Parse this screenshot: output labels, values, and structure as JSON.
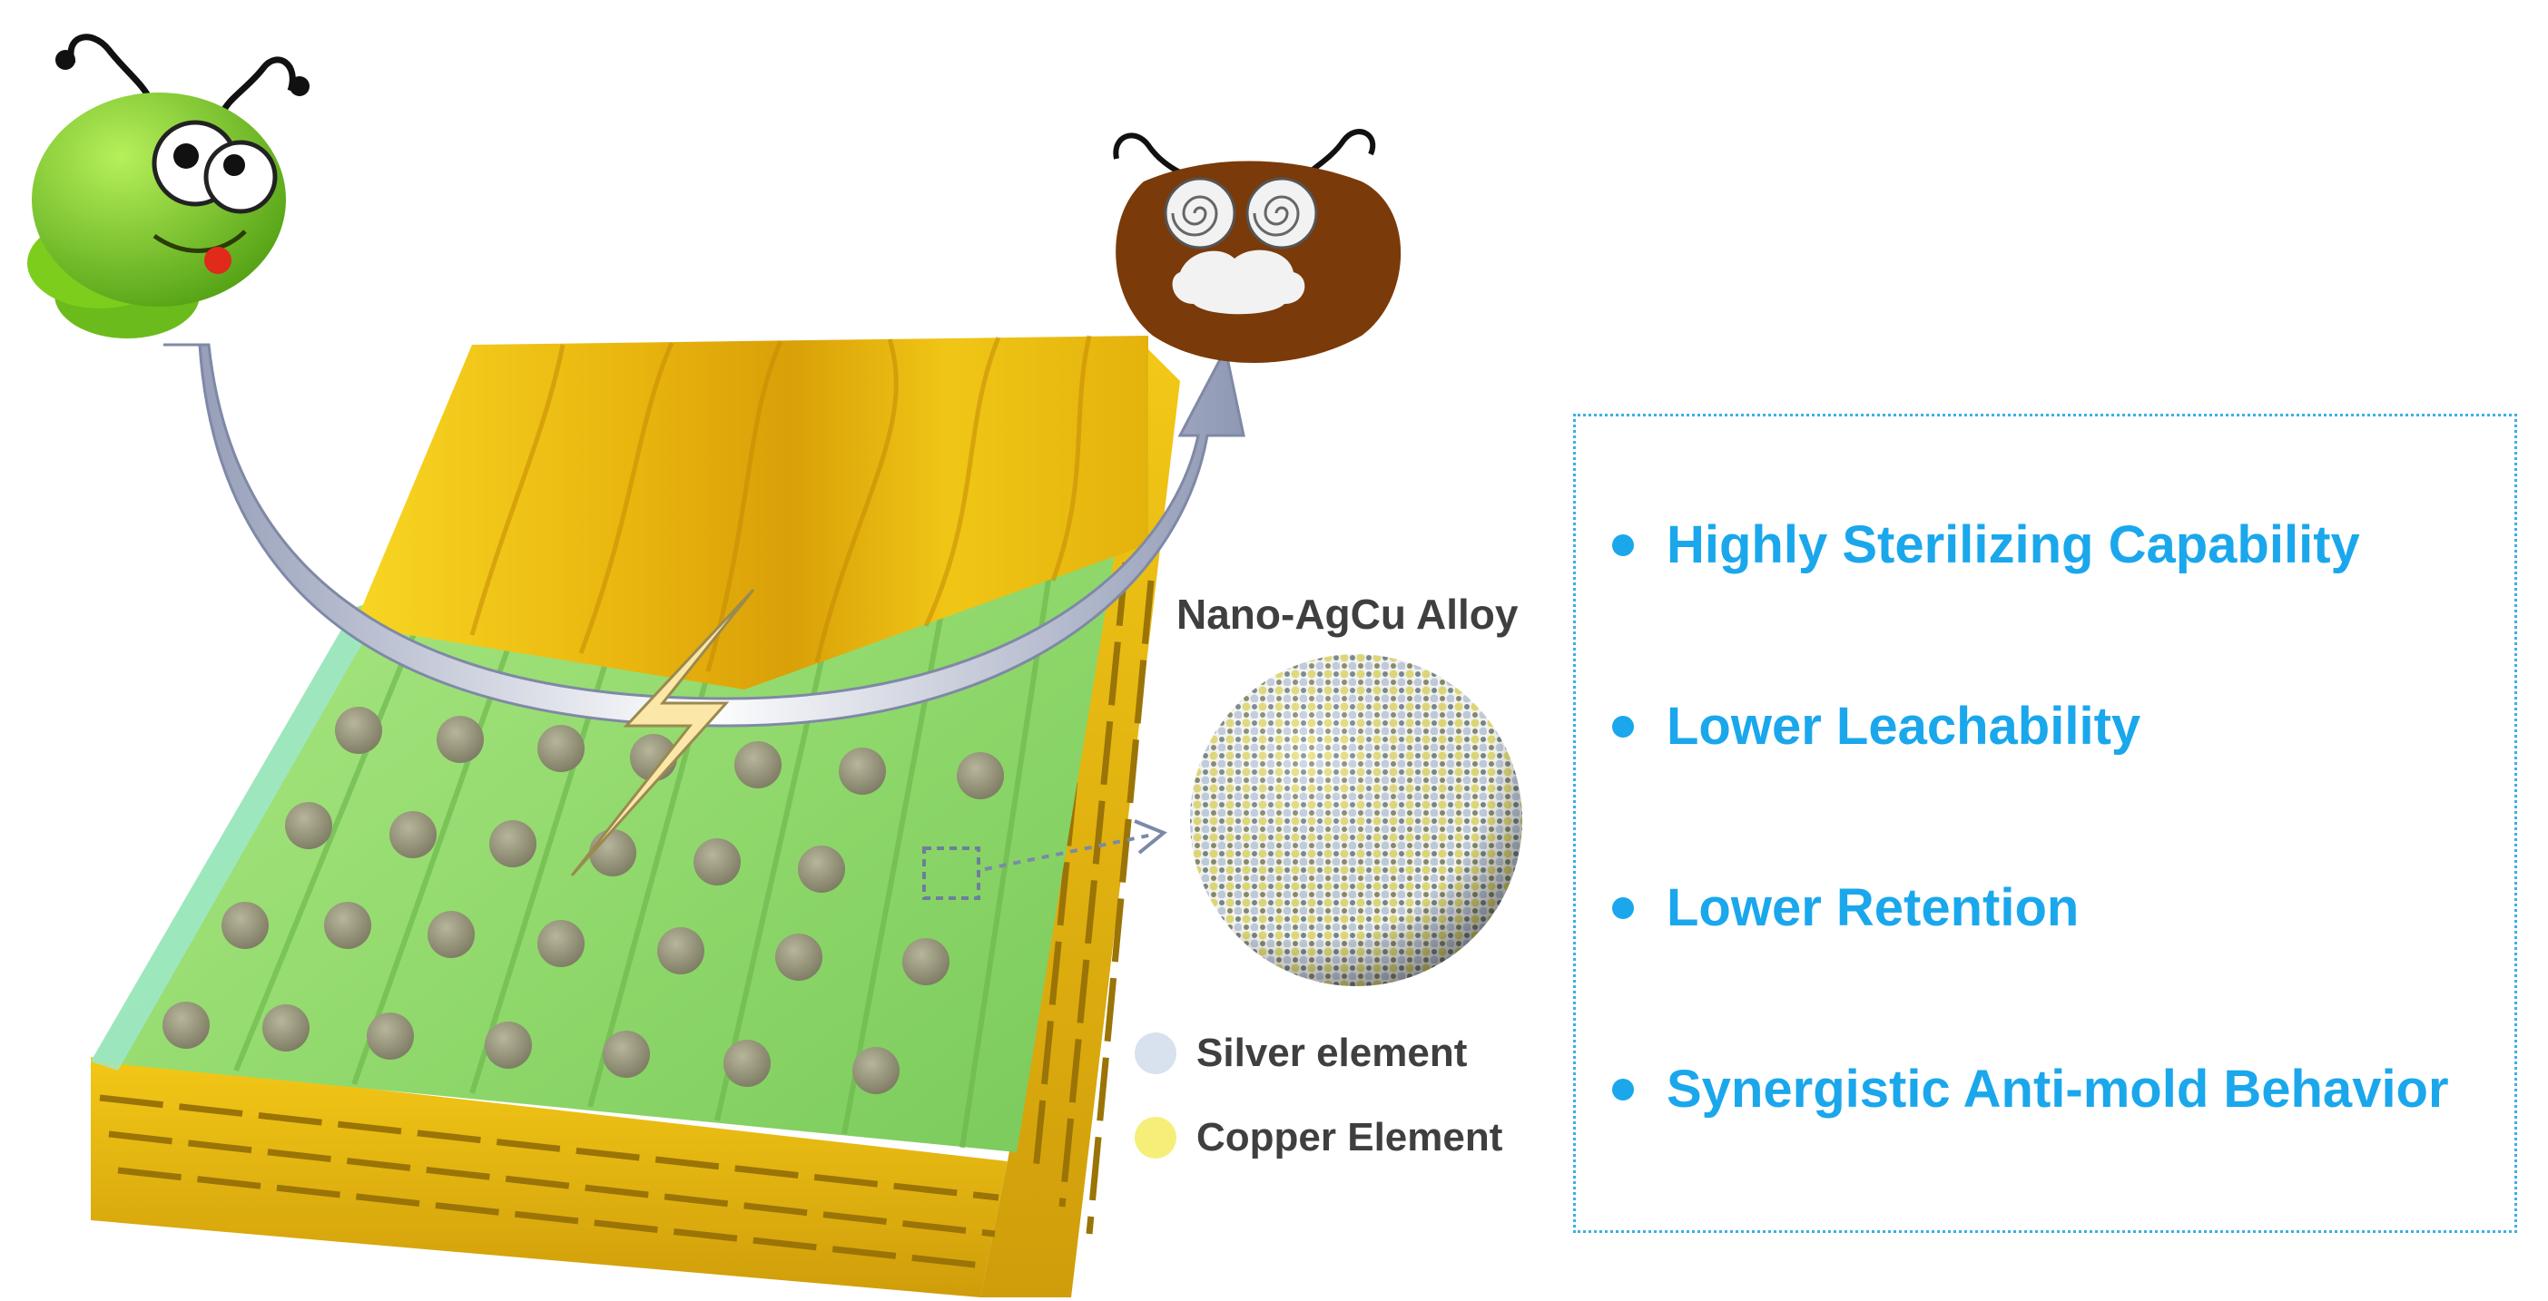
{
  "nano_title": "Nano-AgCu Alloy",
  "legend": [
    {
      "label": "Silver element",
      "color": "#d8e2ee"
    },
    {
      "label": "Copper Element",
      "color": "#f5ef7a"
    }
  ],
  "features": [
    "Highly Sterilizing Capability",
    "Lower Leachability",
    "Lower Retention",
    "Synergistic Anti-mold Behavior"
  ],
  "colors": {
    "feature_text": "#1aa7ec",
    "box_border": "#3ab0e8",
    "wood_yellow": "#f2c31a",
    "wood_green": "#9fe07a",
    "healthy_bug": "#7ccd1c",
    "dead_bug": "#7a3a0a",
    "arrow": "#c9d2e4"
  }
}
